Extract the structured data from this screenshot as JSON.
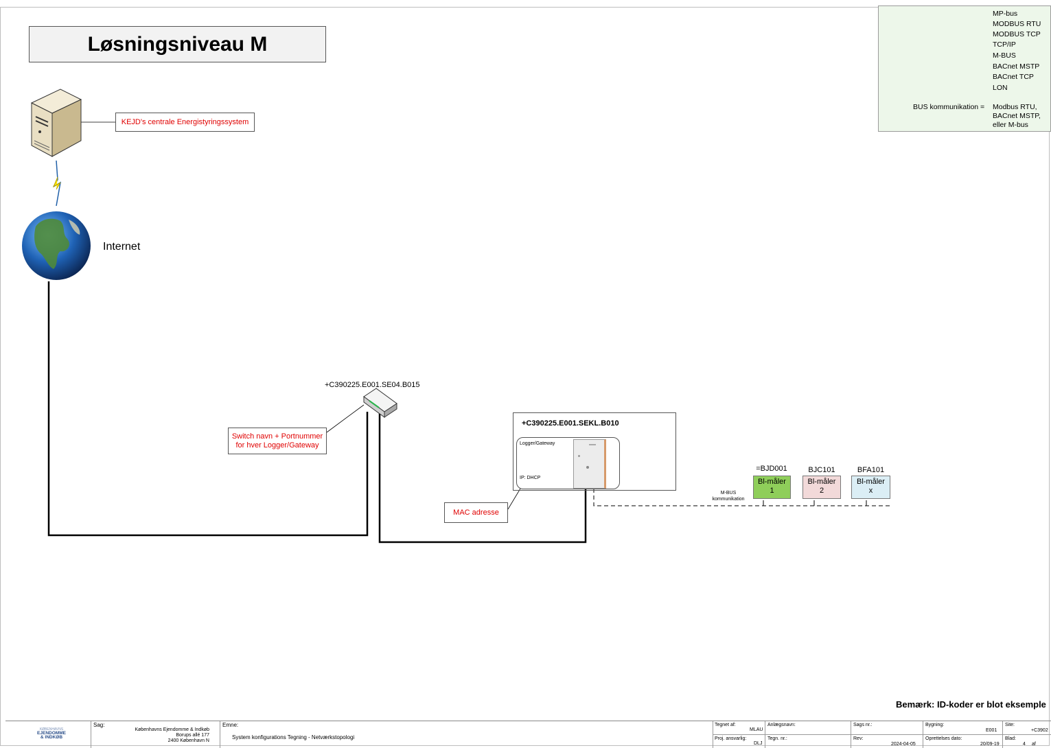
{
  "diagram": {
    "title": "Løsningsniveau M",
    "server_label": "KEJD's centrale Energistyringssystem",
    "internet_label": "Internet",
    "switch_id": "+C390225.E001.SE04.B015",
    "switch_note_line1": "Switch navn + Portnummer",
    "switch_note_line2": "for hver Logger/Gateway",
    "cabinet_id": "+C390225.E001.SEKL.B010",
    "logger_label": "Logger/Gateway",
    "logger_ip": "IP: DHCP",
    "mac_label": "MAC adresse",
    "mbus_line1": "M-BUS",
    "mbus_line2": "kommunikation",
    "note": "Bemærk: ID-koder er blot eksemple"
  },
  "meters": [
    {
      "id": "=BJD001",
      "line1": "Bl-måler",
      "line2": "1",
      "color": "#8fce5a"
    },
    {
      "id": "BJC101",
      "line1": "Bl-måler",
      "line2": "2",
      "color": "#f2d9d9"
    },
    {
      "id": "BFA101",
      "line1": "Bl-måler",
      "line2": "x",
      "color": "#dbeef5"
    }
  ],
  "legend": {
    "items": [
      {
        "label": "MP-bus",
        "color": "#22b14c",
        "style": "dash-dot"
      },
      {
        "label": "MODBUS RTU",
        "color": "#b4a7d6",
        "style": "dashed"
      },
      {
        "label": "MODBUS TCP",
        "color": "#b4a7d6",
        "style": "solid"
      },
      {
        "label": "TCP/IP",
        "color": "#000000",
        "style": "solid"
      },
      {
        "label": "M-BUS",
        "color": "#ee1c24",
        "style": "dash-dot"
      },
      {
        "label": "BACnet MSTP",
        "color": "#1f78c8",
        "style": "dashed"
      },
      {
        "label": "BACnet TCP",
        "color": "#1f78c8",
        "style": "solid"
      },
      {
        "label": "LON",
        "color": "#22b14c",
        "style": "solid"
      }
    ],
    "bus_label": "BUS kommunikation =",
    "bus_value_1": "Modbus RTU,",
    "bus_value_2": "BACnet MSTP,",
    "bus_value_3": "eller M-bus"
  },
  "title_block": {
    "logo_line1": "KØBENHAVNS",
    "logo_line2": "EJENDOMME",
    "logo_line3": "& INDKØB",
    "sag_label": "Sag:",
    "sag_line1": "Københavns Ejendomme & Indkøb",
    "sag_line2": "Borups allé 177",
    "sag_line3": "2400 København N",
    "emne_label": "Emne:",
    "emne_value": "System konfigurations Tegning - Netværkstopologi",
    "tegnet_label": "Tegnet af:",
    "tegnet_value": "MLAU",
    "proj_label": "Proj. ansvarlig:",
    "proj_value": "DLJ",
    "anlaeg_label": "Anlægsnavn:",
    "tegn_label": "Tegn. nr.:",
    "sags_label": "Sags nr.:",
    "rev_label": "Rev:",
    "rev_value": "2024-04-05",
    "bygning_label": "Bygning:",
    "bygning_value": "E001",
    "opret_label": "Oprettelses dato:",
    "opret_value": "20/09-19",
    "site_label": "Site:",
    "site_value": "+C3902",
    "blad_label": "Blad:",
    "blad_value": "4",
    "af_label": "af"
  }
}
